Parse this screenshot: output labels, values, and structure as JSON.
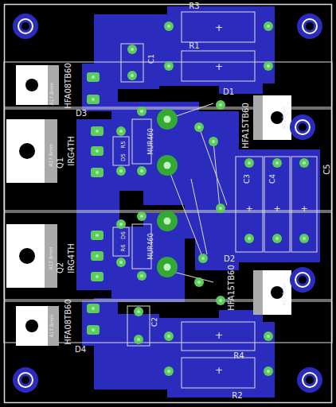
{
  "diagram": {
    "labels": [
      "R3",
      "+",
      "R1",
      "+",
      "C1",
      "HFA08TB60",
      "A17.8mm",
      "D3",
      "D1",
      "HFA15TB60",
      "A17.8mm",
      "Q1",
      "IRG4TH",
      "A17.8mm",
      "D5",
      "R5",
      "MUR460",
      "C3",
      "C4",
      "C5",
      "+",
      "+",
      "+",
      "Q2",
      "IRG4TH",
      "A17.8mm",
      "R6",
      "D6",
      "MUR460",
      "D2",
      "HFA15TB60",
      "A17.8mm",
      "HFA08TB60",
      "A17.8mm",
      "D4",
      "C2",
      "+",
      "R4",
      "+",
      "R2"
    ]
  }
}
